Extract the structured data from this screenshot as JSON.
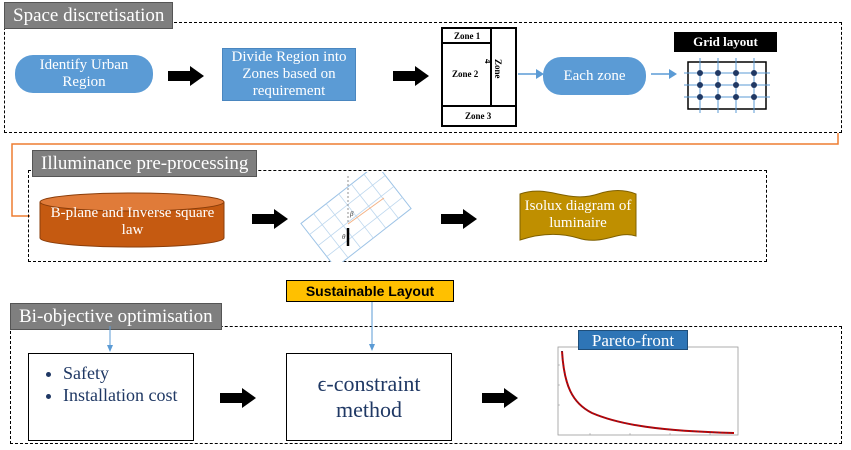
{
  "sections": {
    "s1": {
      "title": "Space discretisation"
    },
    "s2": {
      "title": "Illuminance pre-processing"
    },
    "s3": {
      "title": "Bi-objective optimisation"
    }
  },
  "s1": {
    "identify": "Identify Urban Region",
    "divide": "Divide Region into Zones based on requirement",
    "zone1": "Zone 1",
    "zone2": "Zone 2",
    "zone3": "Zone 3",
    "zone4": "Zone 4",
    "each_zone": "Each zone",
    "grid_label": "Grid layout"
  },
  "s2": {
    "bplane": "B-plane and Inverse square law",
    "isolux": "Isolux diagram of luminaire",
    "beta": "β",
    "theta": "θ"
  },
  "s3": {
    "sustainable": "Sustainable Layout",
    "bullets": [
      "Safety",
      "Installation cost"
    ],
    "method": "ϵ-constraint method",
    "pareto": "Pareto-front"
  },
  "colors": {
    "blue": "#5b9bd5",
    "orange_cyl": "#d05a1e",
    "gold": "#c8960c",
    "connector": "#ed7d31",
    "title_bg": "#7f7f7f",
    "label_yellow": "#ffc000",
    "pareto_blue": "#2e75b6"
  }
}
